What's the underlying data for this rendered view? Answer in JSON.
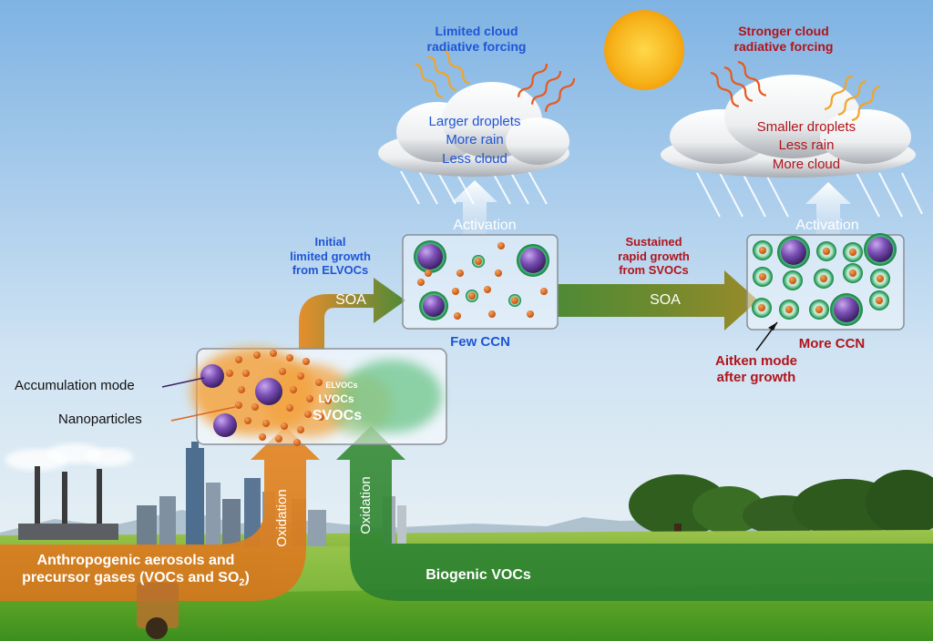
{
  "clouds": {
    "left": {
      "heading_line1": "Limited cloud",
      "heading_line2": "radiative forcing",
      "effects": [
        "Larger droplets",
        "More rain",
        "Less cloud"
      ]
    },
    "right": {
      "heading_line1": "Stronger cloud",
      "heading_line2": "radiative forcing",
      "effects": [
        "Smaller droplets",
        "Less rain",
        "More cloud"
      ]
    }
  },
  "activation": {
    "left": "Activation",
    "right": "Activation"
  },
  "growth": {
    "initial": [
      "Initial",
      "limited growth",
      "from ELVOCs"
    ],
    "sustained": [
      "Sustained",
      "rapid growth",
      "from SVOCs"
    ]
  },
  "arrows": {
    "soa_left": "SOA",
    "soa_right": "SOA",
    "oxidation_anthropogenic": "Oxidation",
    "oxidation_biogenic": "Oxidation"
  },
  "boxes": {
    "few_ccn": "Few CCN",
    "more_ccn": "More CCN",
    "aitken": [
      "Aitken mode",
      "after growth"
    ]
  },
  "source_box": {
    "accumulation_mode": "Accumulation mode",
    "nanoparticles": "Nanoparticles",
    "elvocs": "ELVOCs",
    "lvocs": "LVOCs",
    "svocs": "SVOCs"
  },
  "sources": {
    "anthropogenic_line1": "Anthropogenic aerosols and",
    "anthropogenic_line2_prefix": "precursor gases (VOCs and SO",
    "anthropogenic_subscript": "2",
    "anthropogenic_line2_suffix": ")",
    "biogenic": "Biogenic VOCs"
  },
  "colors": {
    "blue_text": "#1f55d6",
    "red_text": "#b0141b",
    "orange_arrow": "#e08a28",
    "green_arrow": "#2f8a3c",
    "particle_purple": "#6a3e9c",
    "particle_orange": "#d9671c",
    "shell_green": "#1f9a52"
  }
}
